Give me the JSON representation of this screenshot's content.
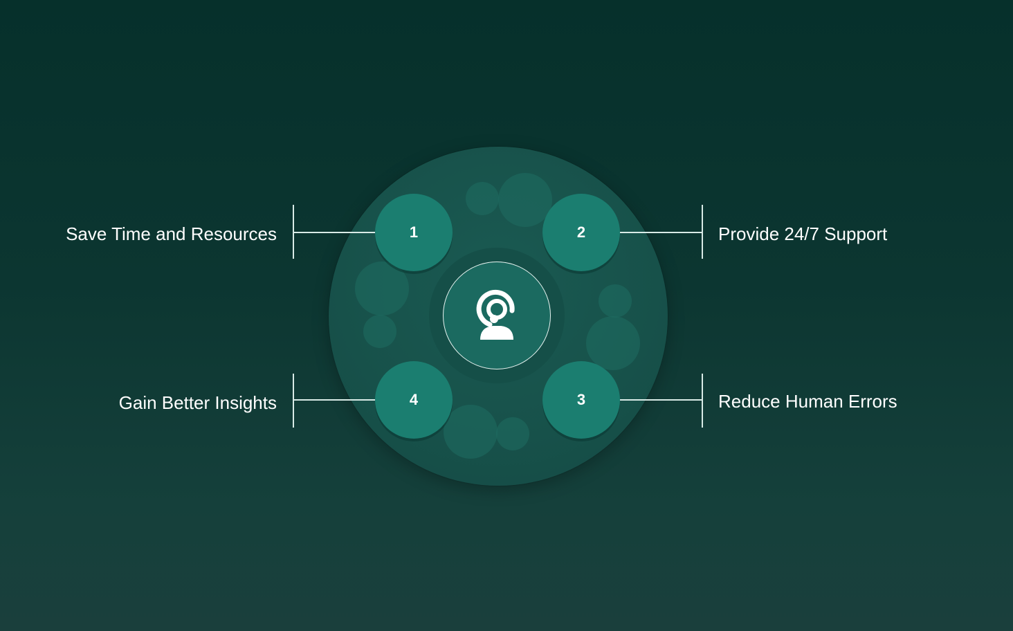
{
  "center_icon": "headset-support-icon",
  "benefits": [
    {
      "number": "1",
      "label": "Save Time and Resources"
    },
    {
      "number": "2",
      "label": "Provide 24/7 Support"
    },
    {
      "number": "3",
      "label": "Reduce Human Errors"
    },
    {
      "number": "4",
      "label": "Gain Better Insights"
    }
  ],
  "colors": {
    "background": "#0c3631",
    "disc": "#17514a",
    "step_circle": "#1b7e70",
    "text": "#ffffff",
    "line": "#d9ebe7"
  }
}
